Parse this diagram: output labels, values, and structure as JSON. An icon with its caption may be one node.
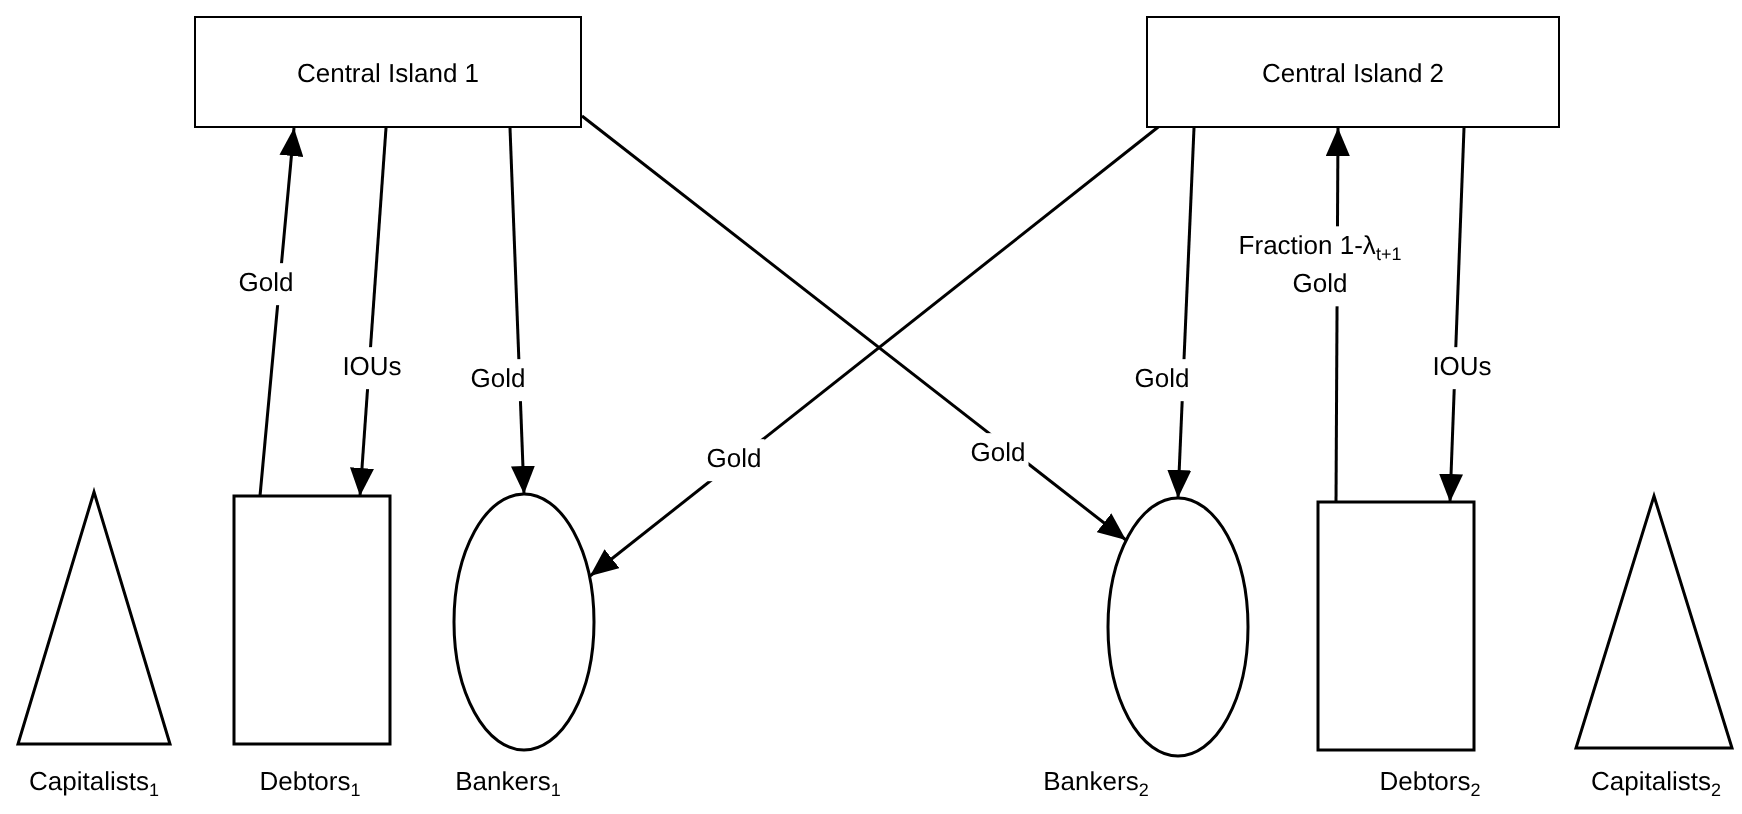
{
  "diagram": {
    "nodes": [
      {
        "text": [
          "Central Island 1"
        ]
      },
      {
        "text": [
          "Central Island 2"
        ]
      },
      {
        "text": [
          "Capitalists$_{1}$"
        ]
      },
      {
        "text": [
          "Debtors$_{1}$"
        ]
      },
      {
        "text": [
          "Bankers$_{1}$"
        ]
      },
      {
        "text": [
          "Bankers$_{2}$"
        ]
      },
      {
        "text": [
          "Debtors$_{2}$"
        ]
      },
      {
        "text": [
          "Capitalists$_{2}$"
        ]
      }
    ],
    "edges": [
      {
        "from": 3,
        "to": 0,
        "arrow": "to",
        "label": "Gold"
      },
      {
        "from": 0,
        "to": 3,
        "arrow": "to",
        "label": "IOUs"
      },
      {
        "from": 0,
        "to": 4,
        "arrow": "to",
        "label": "Gold"
      },
      {
        "from": 1,
        "to": 4,
        "arrow": "to",
        "label": "Gold"
      },
      {
        "from": 0,
        "to": 5,
        "arrow": "to",
        "label": "Gold"
      },
      {
        "from": 1,
        "to": 5,
        "arrow": "to",
        "label": "Gold"
      },
      {
        "from": 6,
        "to": 1,
        "arrow": "to",
        "label": "Fraction 1-λ$_{t+1}$ Gold"
      },
      {
        "from": 1,
        "to": 6,
        "arrow": "to",
        "label": "IOUs"
      }
    ]
  }
}
